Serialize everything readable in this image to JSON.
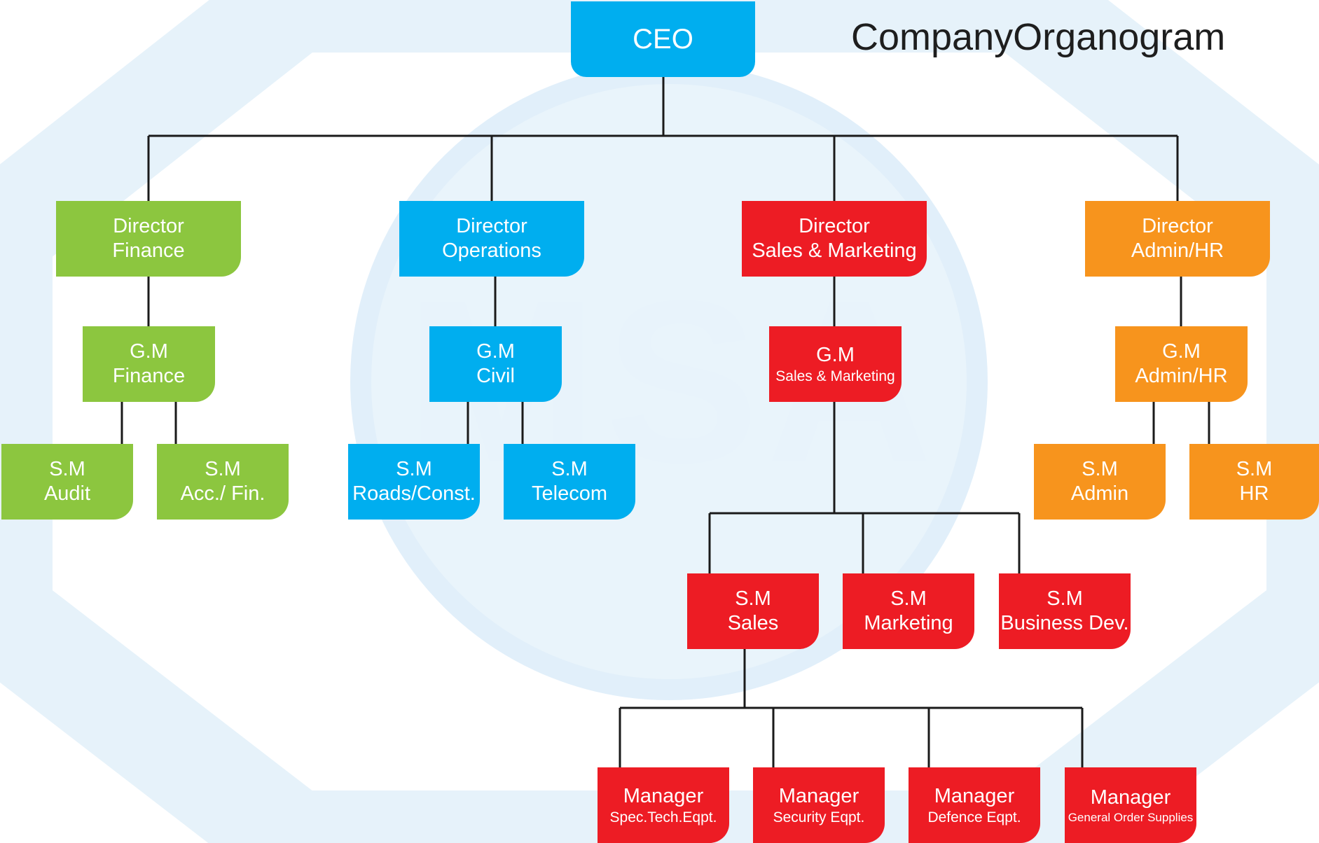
{
  "title": "CompanyOrganogram",
  "watermark": "MSA",
  "colors": {
    "finance": "#8cc63f",
    "operations": "#00aeef",
    "sales": "#ed1c24",
    "admin": "#f7941d"
  },
  "nodes": {
    "ceo": {
      "l1": "CEO"
    },
    "dir_finance": {
      "l1": "Director",
      "l2": "Finance"
    },
    "dir_operations": {
      "l1": "Director",
      "l2": "Operations"
    },
    "dir_sales": {
      "l1": "Director",
      "l2": "Sales & Marketing"
    },
    "dir_admin": {
      "l1": "Director",
      "l2": "Admin/HR"
    },
    "gm_finance": {
      "l1": "G.M",
      "l2": "Finance"
    },
    "gm_civil": {
      "l1": "G.M",
      "l2": "Civil"
    },
    "gm_sales": {
      "l1": "G.M",
      "l2": "Sales & Marketing"
    },
    "gm_admin": {
      "l1": "G.M",
      "l2": "Admin/HR"
    },
    "sm_audit": {
      "l1": "S.M",
      "l2": "Audit"
    },
    "sm_accfin": {
      "l1": "S.M",
      "l2": "Acc./ Fin."
    },
    "sm_roads": {
      "l1": "S.M",
      "l2": "Roads/Const."
    },
    "sm_telecom": {
      "l1": "S.M",
      "l2": "Telecom"
    },
    "sm_admin": {
      "l1": "S.M",
      "l2": "Admin"
    },
    "sm_hr": {
      "l1": "S.M",
      "l2": "HR"
    },
    "sm_sales": {
      "l1": "S.M",
      "l2": "Sales"
    },
    "sm_marketing": {
      "l1": "S.M",
      "l2": "Marketing"
    },
    "sm_bizdev": {
      "l1": "S.M",
      "l2": "Business Dev."
    },
    "mgr_spec": {
      "l1": "Manager",
      "l2": "Spec.Tech.Eqpt."
    },
    "mgr_security": {
      "l1": "Manager",
      "l2": "Security Eqpt."
    },
    "mgr_defence": {
      "l1": "Manager",
      "l2": "Defence Eqpt."
    },
    "mgr_general": {
      "l1": "Manager",
      "l2": "General Order Supplies"
    }
  }
}
